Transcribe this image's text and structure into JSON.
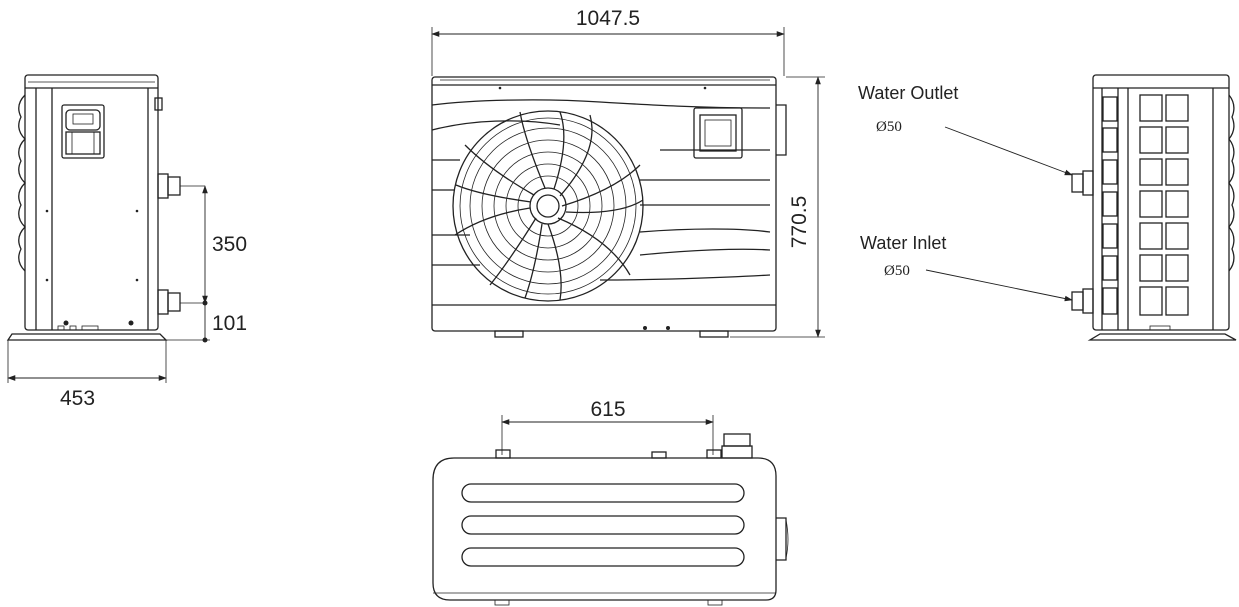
{
  "dimensions": {
    "width_top": "1047.5",
    "height_right": "770.5",
    "pipe_spacing": "350",
    "pipe_base": "101",
    "depth_side": "453",
    "foot_spacing": "615"
  },
  "callouts": {
    "outlet_label": "Water Outlet",
    "outlet_size": "Ø50",
    "inlet_label": "Water Inlet",
    "inlet_size": "Ø50"
  }
}
